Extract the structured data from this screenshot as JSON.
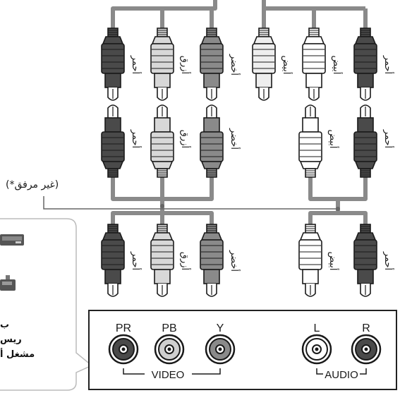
{
  "cable_note": "(*غير مرفق)",
  "top_plugs": [
    {
      "color": "أحمر",
      "shade": "#4a4a4a"
    },
    {
      "color": "أزرق",
      "shade": "#d8d8d8"
    },
    {
      "color": "أخضر",
      "shade": "#8a8a8a"
    },
    {
      "color": "أبيض",
      "shade": "#eeeeee"
    },
    {
      "color": "أبيض",
      "shade": "#ffffff"
    },
    {
      "color": "أحمر",
      "shade": "#4a4a4a"
    }
  ],
  "middle_plugs": [
    {
      "color": "أحمر",
      "shade": "#4a4a4a"
    },
    {
      "color": "أزرق",
      "shade": "#d8d8d8"
    },
    {
      "color": "أخضر",
      "shade": "#8a8a8a"
    },
    {
      "color": "أبيض",
      "shade": "#ffffff"
    },
    {
      "color": "أحمر",
      "shade": "#4a4a4a"
    }
  ],
  "bottom_plugs": [
    {
      "color": "أحمر",
      "shade": "#4a4a4a"
    },
    {
      "color": "أزرق",
      "shade": "#d8d8d8"
    },
    {
      "color": "أخضر",
      "shade": "#8a8a8a"
    },
    {
      "color": "أبيض",
      "shade": "#ffffff"
    },
    {
      "color": "أحمر",
      "shade": "#4a4a4a"
    }
  ],
  "panel": {
    "jacks": [
      {
        "label": "PR",
        "fill": "#4a4a4a"
      },
      {
        "label": "PB",
        "fill": "#cfcfcf"
      },
      {
        "label": "Y",
        "fill": "#8a8a8a"
      },
      {
        "label": "L",
        "fill": "#ffffff"
      },
      {
        "label": "R",
        "fill": "#4a4a4a"
      }
    ],
    "video_label": "VIDEO",
    "audio_label": "AUDIO"
  },
  "device_callout": {
    "lines": [
      "ب",
      "ريس",
      "مشغل أ"
    ]
  },
  "colors": {
    "cable": "#8a8a8a",
    "outline": "#1a1a1a",
    "panel_border": "#222222",
    "callout_border": "#bbbbbb"
  }
}
